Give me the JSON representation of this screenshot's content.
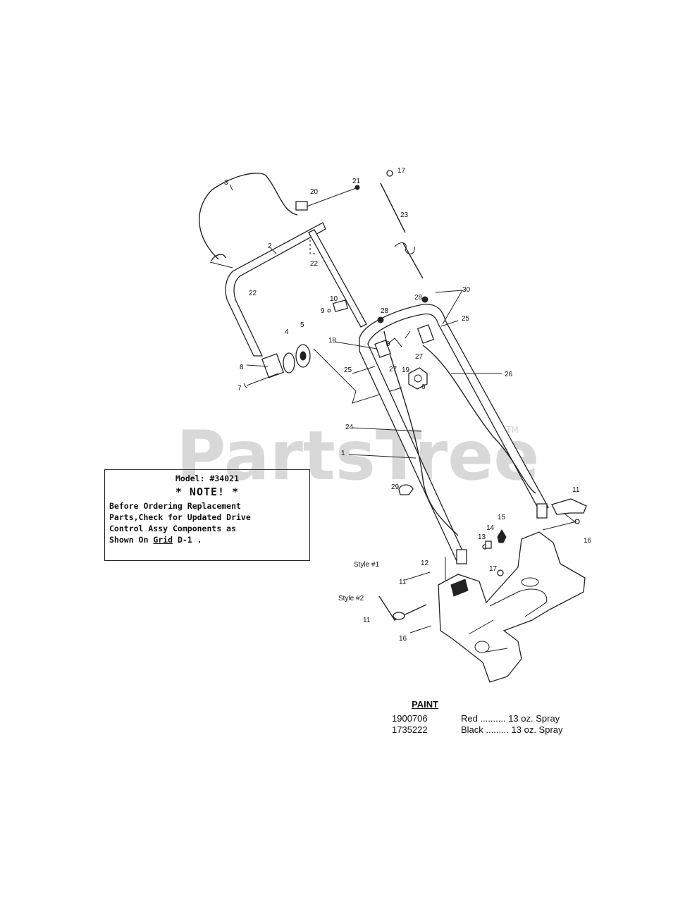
{
  "watermark": {
    "text": "PartsTree",
    "tm": "TM"
  },
  "note": {
    "model": "Model: #34021",
    "heading": "* NOTE! *",
    "body_lines": [
      "Before Ordering Replacement",
      "Parts,Check for Updated Drive",
      "Control Assy Components as"
    ],
    "last_line_prefix": "Shown On ",
    "grid_word": "Grid",
    "grid_ref": " D-1 ."
  },
  "styles": {
    "style1": "Style #1",
    "style2": "Style #2"
  },
  "callouts": {
    "c1": "1",
    "c2": "2",
    "c3": "3",
    "c4": "4",
    "c5": "5",
    "c6": "6",
    "c7": "7",
    "c8": "8",
    "c9a": "9",
    "c9b": "9",
    "c10": "10",
    "c11a": "11",
    "c11b": "11",
    "c11c": "11",
    "c12": "12",
    "c13": "13",
    "c14": "14",
    "c15": "15",
    "c16a": "16",
    "c16b": "16",
    "c17a": "17",
    "c17b": "17",
    "c18": "18",
    "c19": "19",
    "c20": "20",
    "c21": "21",
    "c22a": "22",
    "c22b": "22",
    "c23": "23",
    "c24": "24",
    "c25a": "25",
    "c25b": "25",
    "c26": "26",
    "c27a": "27",
    "c27b": "27",
    "c28a": "28",
    "c28b": "28",
    "c29": "29",
    "c30": "30"
  },
  "paint": {
    "title": "PAINT",
    "rows": [
      {
        "code": "1900706",
        "desc": "Red .......... 13 oz. Spray"
      },
      {
        "code": "1735222",
        "desc": "Black ......... 13 oz. Spray"
      }
    ]
  }
}
